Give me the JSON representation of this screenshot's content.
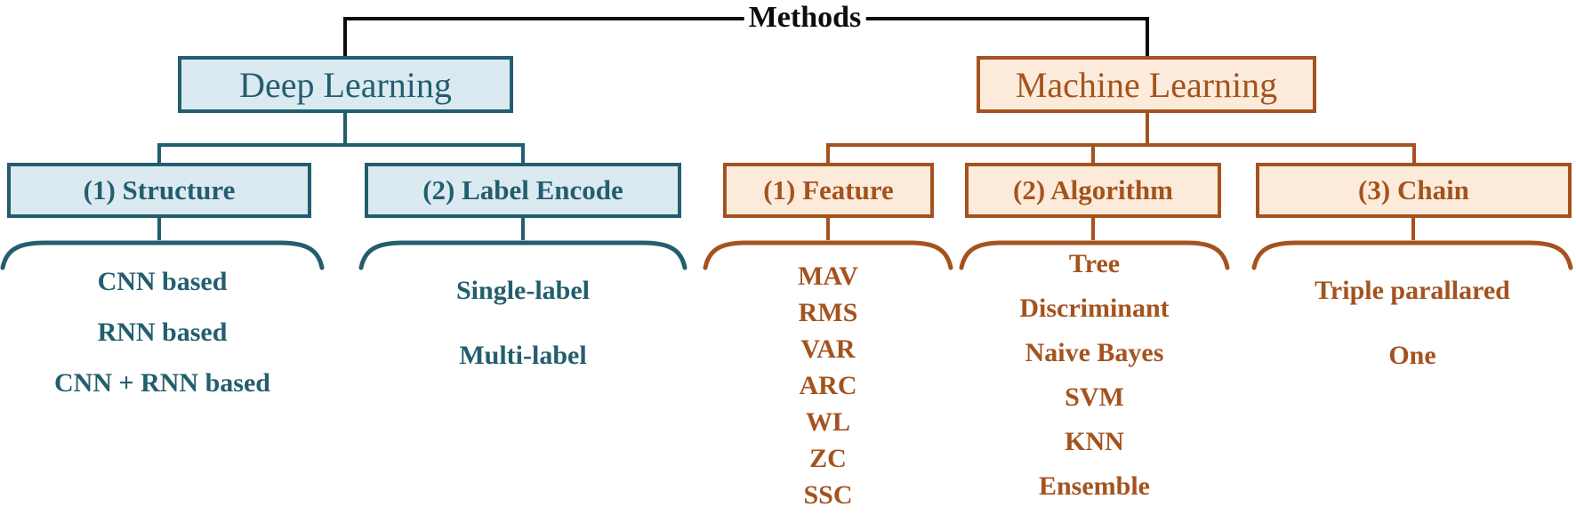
{
  "title": "Methods",
  "colors": {
    "root_line": "#0d0d0d",
    "teal": "#235e6f",
    "teal_fill": "#dbeaf1",
    "brown": "#a4531e",
    "brown_fill": "#fcebdb"
  },
  "tree": {
    "root": "Methods",
    "branches": [
      {
        "label": "Deep Learning",
        "theme": "teal",
        "children": [
          {
            "label": "(1) Structure",
            "items": [
              "CNN based",
              "RNN based",
              "CNN + RNN based"
            ]
          },
          {
            "label": "(2) Label Encode",
            "items": [
              "Single-label",
              "Multi-label"
            ]
          }
        ]
      },
      {
        "label": "Machine Learning",
        "theme": "orange",
        "children": [
          {
            "label": "(1) Feature",
            "items": [
              "MAV",
              "RMS",
              "VAR",
              "ARC",
              "WL",
              "ZC",
              "SSC"
            ]
          },
          {
            "label": "(2) Algorithm",
            "items": [
              "Tree",
              "Discriminant",
              "Naive Bayes",
              "SVM",
              "KNN",
              "Ensemble"
            ]
          },
          {
            "label": "(3) Chain",
            "items": [
              "Triple parallared",
              "One"
            ]
          }
        ]
      }
    ]
  }
}
